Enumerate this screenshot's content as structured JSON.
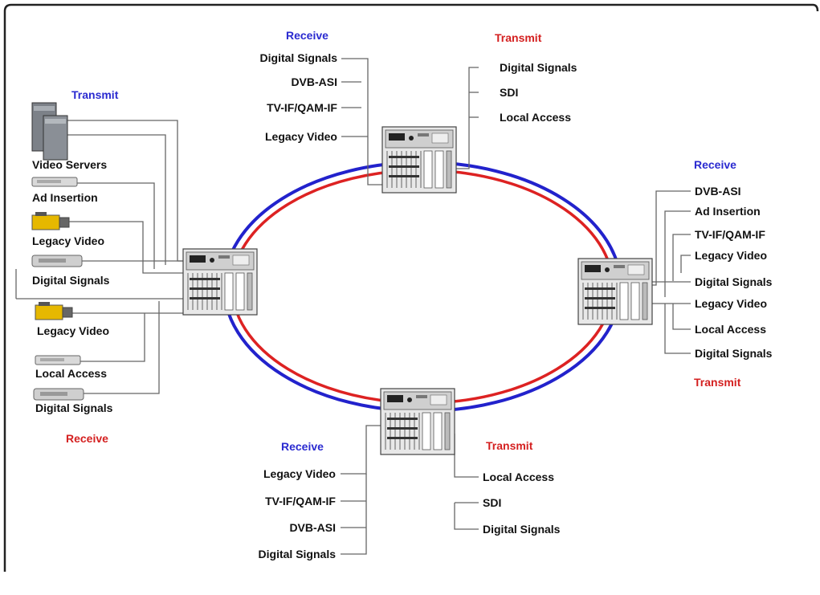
{
  "colors": {
    "receive_ring": "#2222cc",
    "transmit_ring": "#dd2222",
    "receive_header_blue": "#2a2ad0",
    "transmit_header_red": "#d42020",
    "connector_line": "#555555",
    "frame": "#222222"
  },
  "icons": [
    "video-server-icon",
    "ad-insertion-device-icon",
    "video-camera-icon",
    "rack-unit-icon",
    "node-chassis-icon"
  ],
  "top_node": {
    "receive": {
      "header": "Receive",
      "items": [
        "Digital Signals",
        "DVB-ASI",
        "TV-IF/QAM-IF",
        "Legacy Video"
      ]
    },
    "transmit": {
      "header": "Transmit",
      "items": [
        "Digital Signals",
        "SDI",
        "Local Access"
      ]
    }
  },
  "right_node": {
    "receive": {
      "header": "Receive",
      "items": [
        "DVB-ASI",
        "Ad Insertion",
        "TV-IF/QAM-IF",
        "Legacy Video"
      ]
    },
    "transmit": {
      "header": "Transmit",
      "items": [
        "Digital Signals",
        "Legacy Video",
        "Local Access",
        "Digital Signals"
      ]
    }
  },
  "bottom_node": {
    "receive": {
      "header": "Receive",
      "items": [
        "Legacy Video",
        "TV-IF/QAM-IF",
        "DVB-ASI",
        "Digital Signals"
      ]
    },
    "transmit": {
      "header": "Transmit",
      "items": [
        "Local Access",
        "SDI",
        "Digital Signals"
      ]
    }
  },
  "left_node": {
    "transmit": {
      "header": "Transmit",
      "items": [
        "Video Servers",
        "Ad Insertion",
        "Legacy Video",
        "Digital Signals"
      ]
    },
    "receive": {
      "header": "Receive",
      "items": [
        "Legacy Video",
        "Local Access",
        "Digital Signals"
      ]
    }
  }
}
